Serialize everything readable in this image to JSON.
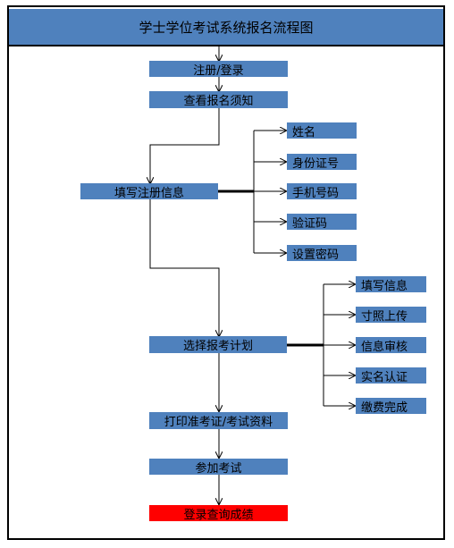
{
  "title": "学士学位考试系统报名流程图",
  "steps": {
    "register_login": "注册/登录",
    "view_notice": "查看报名须知",
    "fill_info": "填写注册信息",
    "choose_plan": "选择报考计划",
    "print_ticket": "打印准考证/考试资料",
    "take_exam": "参加考试",
    "query_score": "登录查询成绩"
  },
  "fill_info_items": [
    "姓名",
    "身份证号",
    "手机号码",
    "验证码",
    "设置密码"
  ],
  "plan_items": [
    "填写信息",
    "寸照上传",
    "信息审核",
    "实名认证",
    "缴费完成"
  ],
  "colors": {
    "node": "#4f81bd",
    "final": "#ff0000"
  }
}
